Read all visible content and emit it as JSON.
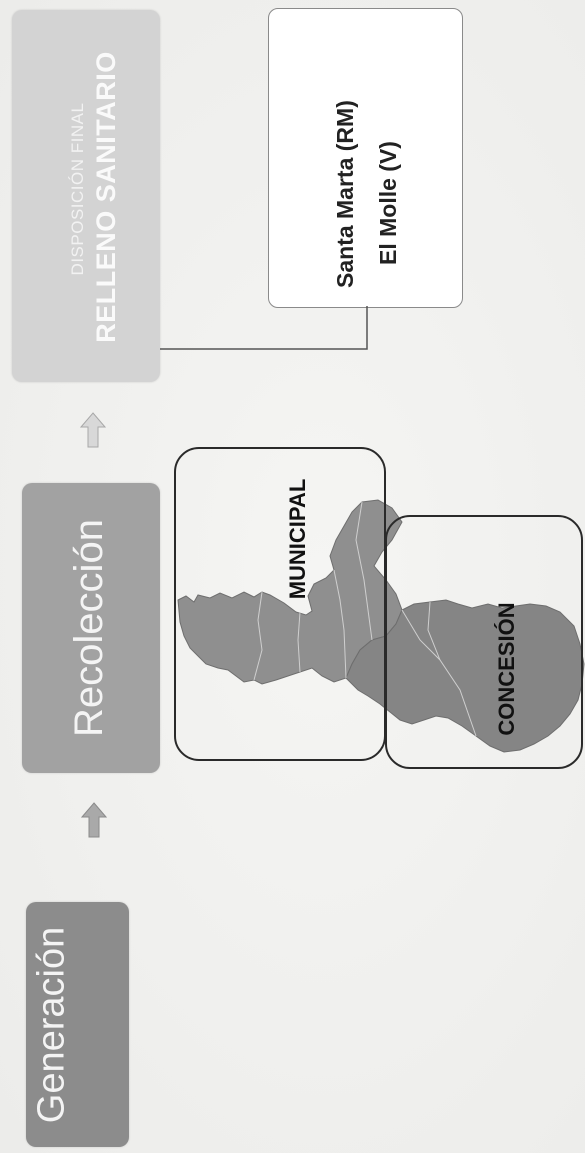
{
  "stages": {
    "generacion": "Generación",
    "recoleccion": "Recolección",
    "disposicion_small": "DISPOSICIÓN FINAL",
    "disposicion_big": "RELLENO SANITARIO"
  },
  "landfills": [
    "Santa Marta (RM)",
    "El Molle (V)"
  ],
  "zones": {
    "municipal": "MUNICIPAL",
    "concesion": "CONCESIÓN"
  },
  "colors": {
    "generacion": "#8c8c8c",
    "recoleccion": "#a2a2a2",
    "disposicion": "#d3d3d3",
    "map_fill": "#8e8e8e"
  }
}
